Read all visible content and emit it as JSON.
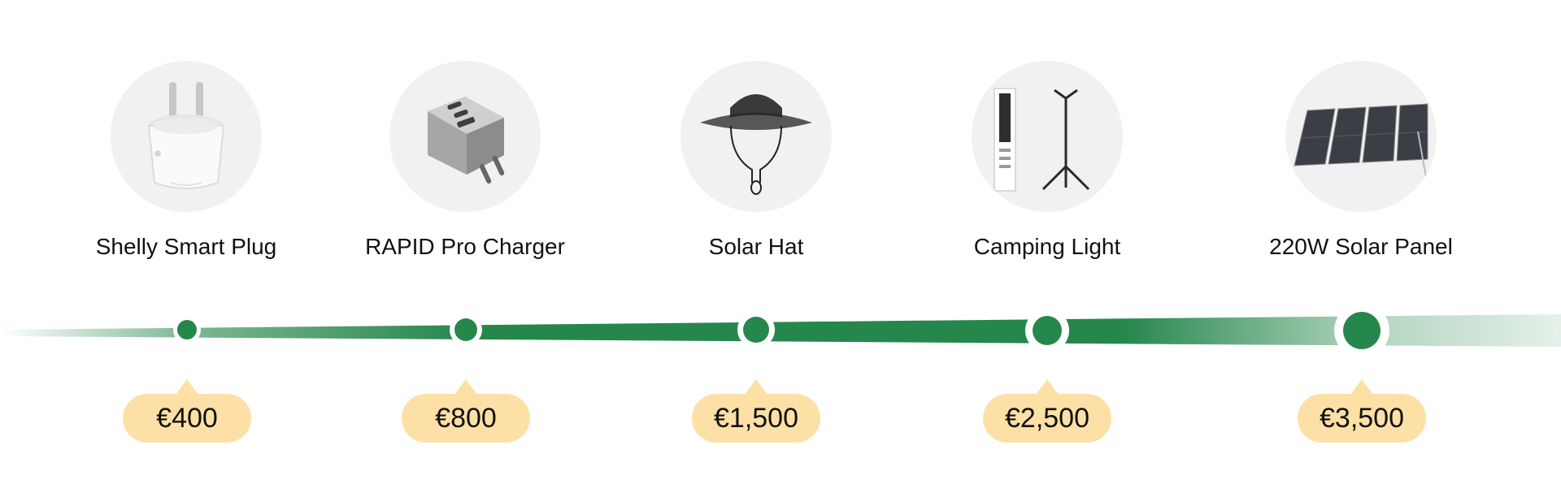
{
  "colors": {
    "track": "#26874c",
    "badge": "#fde0a6",
    "circle_bg": "#f1f1f1",
    "text": "#111111"
  },
  "milestones": [
    {
      "name": "Shelly Smart Plug",
      "price": "€400",
      "icon": "smart-plug-icon"
    },
    {
      "name": "RAPID Pro Charger",
      "price": "€800",
      "icon": "charger-icon"
    },
    {
      "name": "Solar Hat",
      "price": "€1,500",
      "icon": "solar-hat-icon"
    },
    {
      "name": "Camping Light",
      "price": "€2,500",
      "icon": "camping-light-icon"
    },
    {
      "name": "220W Solar Panel",
      "price": "€3,500",
      "icon": "solar-panel-icon"
    }
  ]
}
